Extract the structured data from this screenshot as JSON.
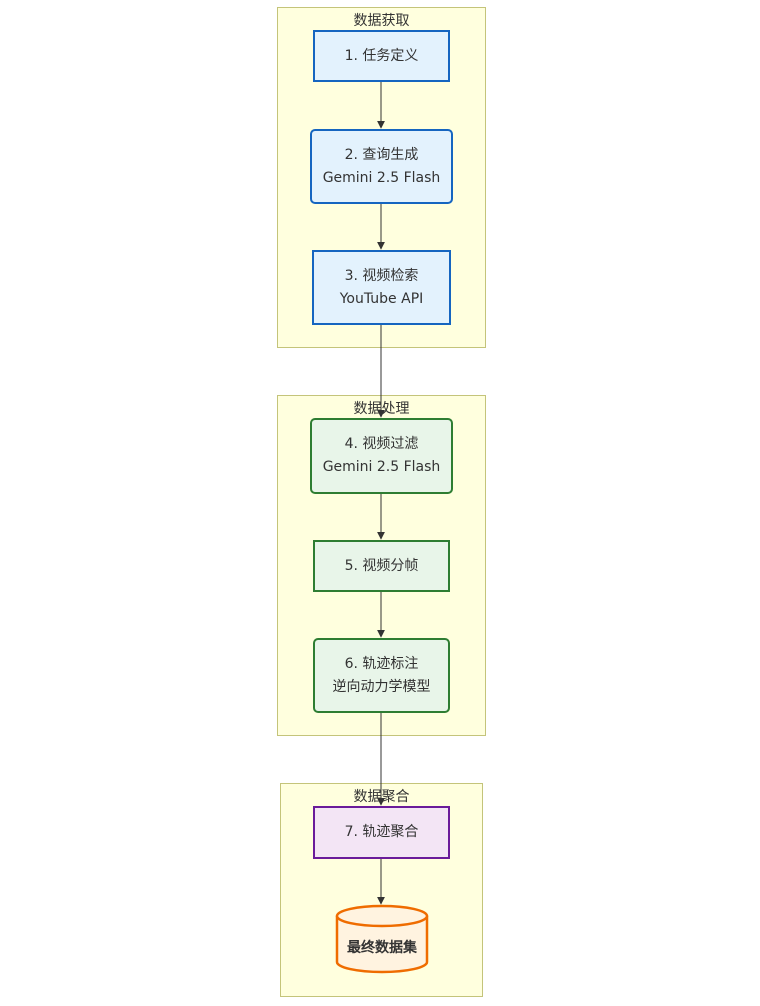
{
  "clusters": {
    "acquisition": {
      "title": "数据获取"
    },
    "processing": {
      "title": "数据处理"
    },
    "aggregation": {
      "title": "数据聚合"
    }
  },
  "nodes": {
    "n1": {
      "line1": "1. 任务定义"
    },
    "n2": {
      "line1": "2. 查询生成",
      "line2": "Gemini 2.5 Flash"
    },
    "n3": {
      "line1": "3. 视频检索",
      "line2": "YouTube API"
    },
    "n4": {
      "line1": "4. 视频过滤",
      "line2": "Gemini 2.5 Flash"
    },
    "n5": {
      "line1": "5. 视频分帧"
    },
    "n6": {
      "line1": "6. 轨迹标注",
      "line2": "逆向动力学模型"
    },
    "n7": {
      "line1": "7. 轨迹聚合"
    },
    "db": {
      "label": "最终数据集"
    }
  },
  "colors": {
    "cluster_fill": "#ffffde",
    "cluster_border": "#c4c47a",
    "acquisition_fill": "#e3f2fd",
    "acquisition_border": "#1565c0",
    "processing_fill": "#e8f5e9",
    "processing_border": "#2e7d32",
    "aggregation_fill": "#f3e5f5",
    "aggregation_border": "#6a1b9a",
    "dataset_fill": "#fff3e0",
    "dataset_border": "#ef6c00",
    "edge": "#333333"
  }
}
